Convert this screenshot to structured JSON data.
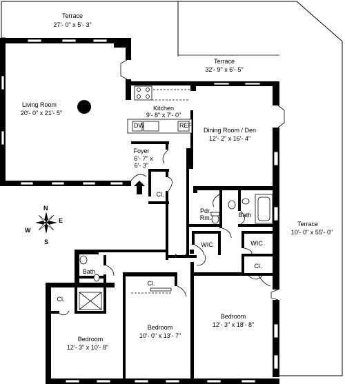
{
  "rooms": {
    "terrace_top": {
      "name": "Terrace",
      "dims": "27'- 0\" x 5'- 3\""
    },
    "terrace_mid": {
      "name": "Terrace",
      "dims": "32'- 9\" x 6'- 5\""
    },
    "terrace_right": {
      "name": "Terrace",
      "dims": "10'- 0\" x 55'- 0\""
    },
    "living": {
      "name": "Living Room",
      "dims": "20'- 0\" x 21'- 5\""
    },
    "kitchen": {
      "name": "Kitchen",
      "dims": "9'- 8\" x 7'- 0\""
    },
    "dining": {
      "name": "Dining Room / Den",
      "dims": "12'- 2\" x 16'- 4\""
    },
    "foyer": {
      "name": "Foyer",
      "dims1": "6'- 7\" x",
      "dims2": "6'- 3\""
    },
    "bed_left": {
      "name": "Bedroom",
      "dims": "12'- 3\" x 10'- 8\""
    },
    "bed_mid": {
      "name": "Bedroom",
      "dims": "10'- 0\" x 13'- 7\""
    },
    "bed_right": {
      "name": "Bedroom",
      "dims": "12'- 3\" x 18'- 8\""
    }
  },
  "small_labels": {
    "closet": "Cl.",
    "pdr1": "Pdr.",
    "pdr2": "Rm.",
    "bath": "Bath",
    "wic": "WIC",
    "dw": "DW",
    "ref": "REF"
  },
  "compass": {
    "n": "N",
    "e": "E",
    "s": "S",
    "w": "W"
  }
}
